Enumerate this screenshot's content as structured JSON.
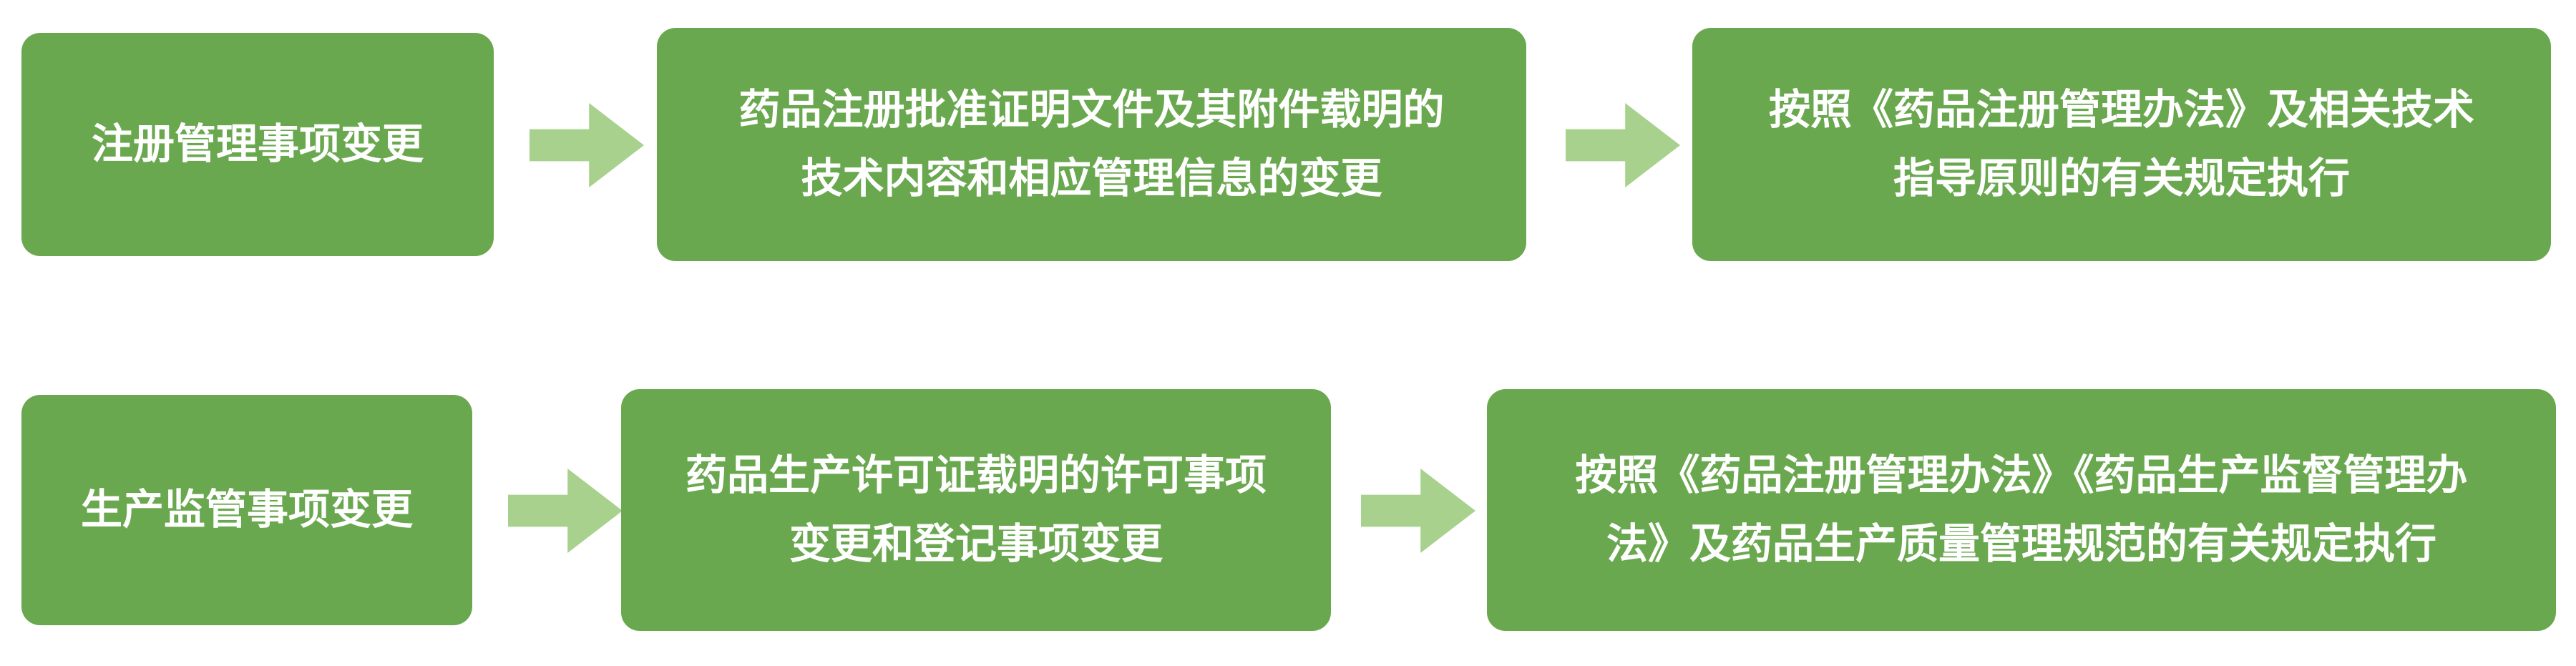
{
  "diagram": {
    "colors": {
      "box_green": "#6aa84f",
      "arrow_green": "#a9d18e",
      "text_white": "#ffffff"
    },
    "rows": [
      {
        "name": "registration",
        "steps": [
          {
            "lines": [
              "注册管理事项变更"
            ]
          },
          {
            "lines": [
              "药品注册批准证明文件及其附件载明的",
              "技术内容和相应管理信息的变更"
            ]
          },
          {
            "lines": [
              "按照《药品注册管理办法》及相关技术",
              "指导原则的有关规定执行"
            ]
          }
        ]
      },
      {
        "name": "production",
        "steps": [
          {
            "lines": [
              "生产监管事项变更"
            ]
          },
          {
            "lines": [
              "药品生产许可证载明的许可事项",
              "变更和登记事项变更"
            ]
          },
          {
            "lines": [
              "按照《药品注册管理办法》《药品生产监督管理办",
              "法》及药品生产质量管理规范的有关规定执行"
            ]
          }
        ]
      }
    ]
  }
}
